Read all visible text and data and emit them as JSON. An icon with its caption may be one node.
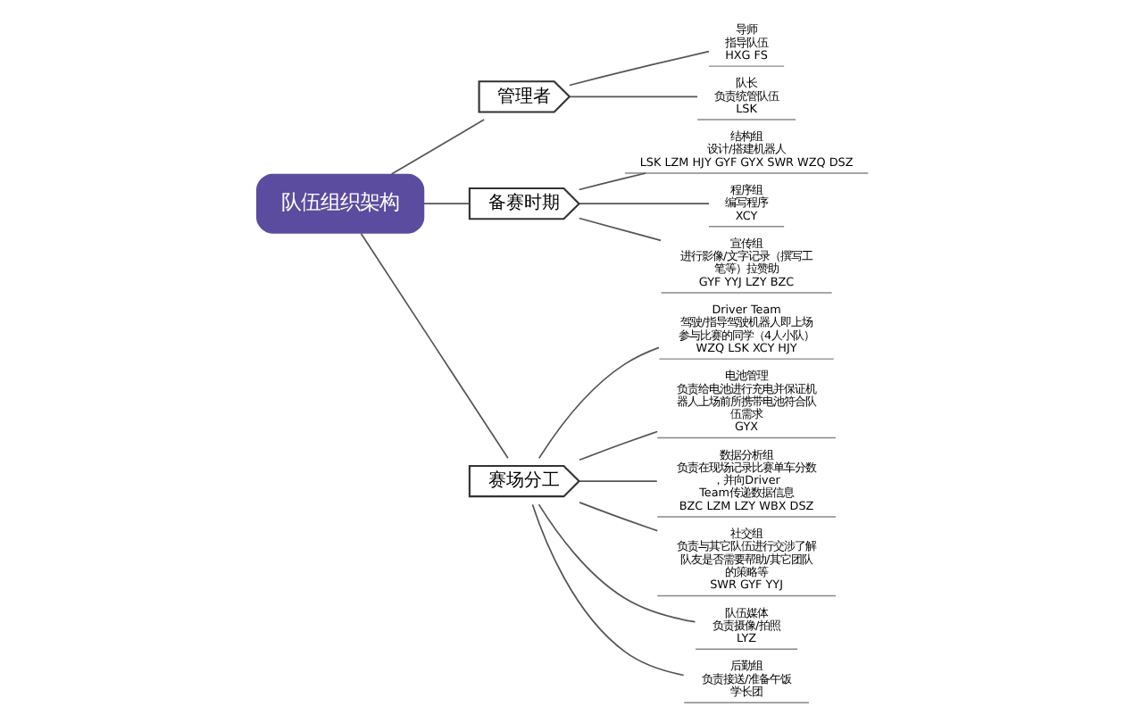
{
  "diagram": {
    "nodes": [
      {
        "text": [
          "队伍组织架构"
        ]
      },
      {
        "text": [
          "管理者"
        ]
      },
      {
        "text": [
          "导师",
          "指导队伍",
          "HXG FS"
        ]
      },
      {
        "text": [
          "队长",
          "负责统管队伍",
          "LSK"
        ]
      },
      {
        "text": [
          "备赛时期"
        ]
      },
      {
        "text": [
          "结构组",
          "设计/搭建机器人",
          "LSK LZM HJY GYF GYX SWR WZQ DSZ"
        ]
      },
      {
        "text": [
          "程序组",
          "编写程序",
          "XCY"
        ]
      },
      {
        "text": [
          "宣传组",
          "进行影像/文字记录（撰写工笔等）拉赞助",
          "GYF YYJ LZY BZC"
        ]
      },
      {
        "text": [
          "赛场分工"
        ]
      },
      {
        "text": [
          "Driver Team",
          "驾驶/指导驾驶机器人即上场参与比赛的同学（4人小队）",
          "WZQ LSK XCY HJY"
        ]
      },
      {
        "text": [
          "电池管理",
          "负责给电池进行充电并保证机器人上场前所携带电池符合队伍需求",
          "GYX"
        ]
      },
      {
        "text": [
          "数据分析组",
          "负责在现场记录比赛单车分数，并向Driver Team传递数据信息",
          "BZC LZM LZY WBX DSZ"
        ]
      },
      {
        "text": [
          "社交组",
          "负责与其它队伍进行交涉了解队友是否需要帮助/其它团队的策略等",
          "SWR GYF YYJ"
        ]
      },
      {
        "text": [
          "队伍媒体",
          "负责摄像/拍照",
          "LYZ"
        ]
      },
      {
        "text": [
          "后勤组",
          "负责接送/准备午饭",
          "学长团"
        ]
      }
    ],
    "edges": [
      {
        "from": 0,
        "to": 1,
        "arrow": "none"
      },
      {
        "from": 1,
        "to": 2,
        "arrow": "none"
      },
      {
        "from": 1,
        "to": 3,
        "arrow": "none"
      },
      {
        "from": 0,
        "to": 4,
        "arrow": "none"
      },
      {
        "from": 4,
        "to": 5,
        "arrow": "none"
      },
      {
        "from": 4,
        "to": 6,
        "arrow": "none"
      },
      {
        "from": 4,
        "to": 7,
        "arrow": "none"
      },
      {
        "from": 0,
        "to": 8,
        "arrow": "none"
      },
      {
        "from": 8,
        "to": 9,
        "arrow": "none"
      },
      {
        "from": 8,
        "to": 10,
        "arrow": "none"
      },
      {
        "from": 8,
        "to": 11,
        "arrow": "none"
      },
      {
        "from": 8,
        "to": 12,
        "arrow": "none"
      },
      {
        "from": 8,
        "to": 13,
        "arrow": "none"
      },
      {
        "from": 8,
        "to": 14,
        "arrow": "none"
      }
    ]
  }
}
